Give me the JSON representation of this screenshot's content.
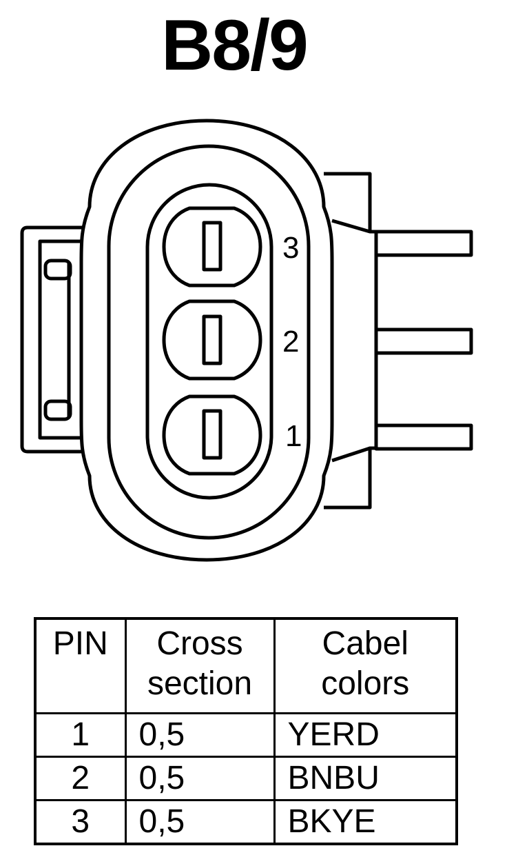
{
  "title": "B8/9",
  "connector": {
    "pin_labels": [
      "3",
      "2",
      "1"
    ]
  },
  "table": {
    "headers": {
      "pin": "PIN",
      "cross_section_line1": "Cross",
      "cross_section_line2": "section",
      "colors_line1": "Cabel",
      "colors_line2": "colors"
    },
    "rows": [
      {
        "pin": "1",
        "cross_section": "0,5",
        "color": "YERD"
      },
      {
        "pin": "2",
        "cross_section": "0,5",
        "color": "BNBU"
      },
      {
        "pin": "3",
        "cross_section": "0,5",
        "color": "BKYE"
      }
    ]
  }
}
